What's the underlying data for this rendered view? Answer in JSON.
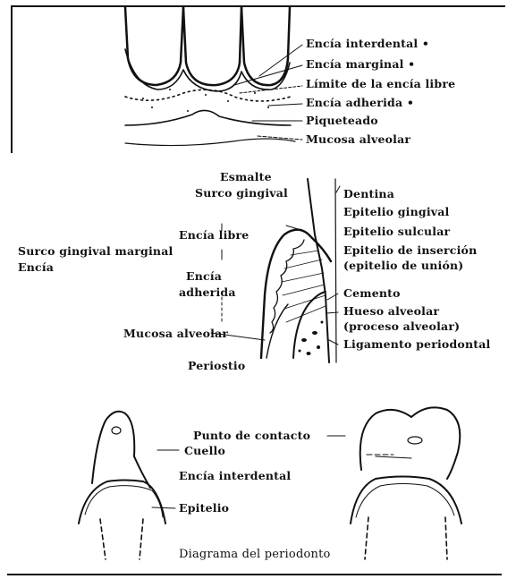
{
  "top_diagram": {
    "labels": [
      "Encía interdental •",
      "Encía marginal •",
      "Límite de la encía libre",
      "Encía adherida •",
      "Piqueteado",
      "Mucosa alveolar"
    ]
  },
  "middle_diagram": {
    "left_labels": [
      "Esmalte",
      "Surco gingival",
      "Encía libre",
      "Surco gingival marginal",
      "Encía",
      "Encía",
      "adherida",
      "Mucosa alveolar",
      "Periostio"
    ],
    "right_labels": [
      "Dentina",
      "Epitelio gingival",
      "Epitelio sulcular",
      "Epitelio de inserción",
      "(epitelio de unión)",
      "Cemento",
      "Hueso alveolar",
      "(proceso alveolar)",
      "Ligamento periodontal"
    ]
  },
  "bottom_diagram": {
    "labels": [
      "Punto de contacto",
      "Cuello",
      "Encía interdental",
      "Epitelio"
    ]
  },
  "caption": "Diagrama del periodonto",
  "colors": {
    "ink": "#111111",
    "background": "#ffffff"
  }
}
